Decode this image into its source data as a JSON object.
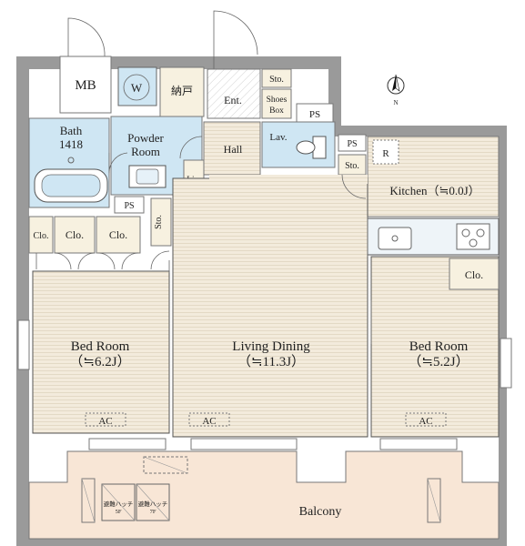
{
  "rooms": {
    "mb": "MB",
    "w": "W",
    "nando": "納戸",
    "ent": "Ent.",
    "sto_entry": "Sto.",
    "shoes_box_1": "Shoes",
    "shoes_box_2": "Box",
    "ps_top": "PS",
    "bath_1": "Bath",
    "bath_2": "1418",
    "powder_1": "Powder",
    "powder_2": "Room",
    "hall": "Hall",
    "lav": "Lav.",
    "ps_lav": "PS",
    "sto_kitchen": "Sto.",
    "r": "R",
    "kitchen": "Kitchen（≒0.0J）",
    "lin": "Lin.",
    "ps_left": "PS",
    "sto_hall": "Sto.",
    "clo_1": "Clo.",
    "clo_2": "Clo.",
    "clo_3": "Clo.",
    "clo_right": "Clo.",
    "bed_left_1": "Bed Room",
    "bed_left_2": "（≒6.2J）",
    "living_1": "Living Dining",
    "living_2": "（≒11.3J）",
    "bed_right_1": "Bed Room",
    "bed_right_2": "（≒5.2J）",
    "ac_left": "AC",
    "ac_mid": "AC",
    "ac_right": "AC",
    "hatch_1a": "避難ハッチ",
    "hatch_1b": "5F",
    "hatch_2a": "避難ハッチ",
    "hatch_2b": "7F",
    "balcony": "Balcony"
  },
  "compass": {
    "north": "N"
  },
  "colors": {
    "wall": "#9a9a9a",
    "wood": "#f3ebdc",
    "wet_area": "#cfe6f3",
    "balcony": "#f8e6d6",
    "storage": "#f7f1e0"
  }
}
